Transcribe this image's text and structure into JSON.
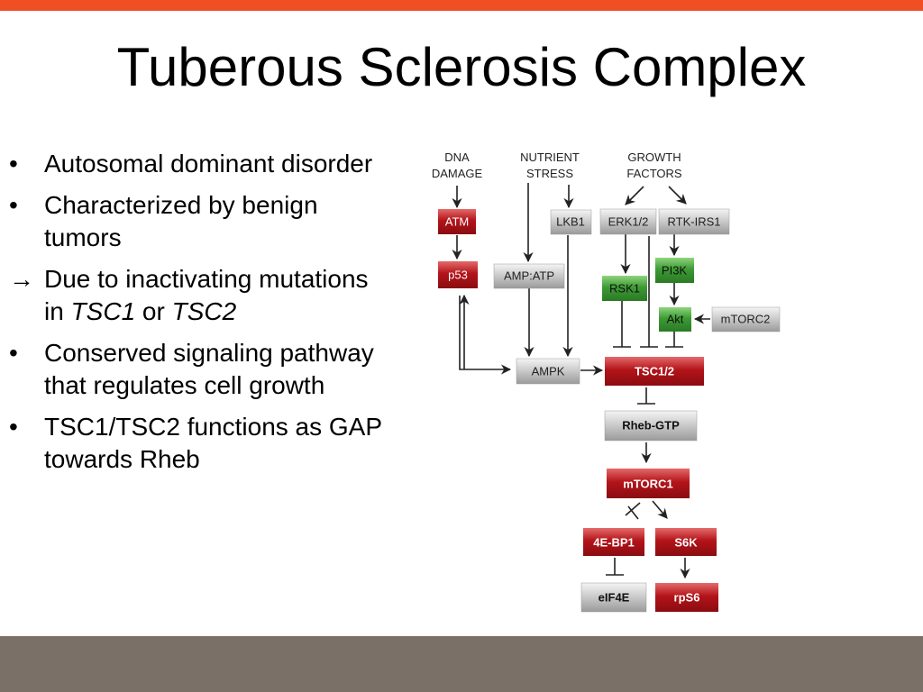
{
  "slide": {
    "title": "Tuberous Sclerosis Complex",
    "bullets": [
      {
        "marker": "•",
        "parts": [
          {
            "text": "Autosomal dominant disorder",
            "italic": false
          }
        ]
      },
      {
        "marker": "•",
        "parts": [
          {
            "text": "Characterized by benign tumors",
            "italic": false
          }
        ]
      },
      {
        "marker": "→",
        "parts": [
          {
            "text": "Due to inactivating mutations in ",
            "italic": false
          },
          {
            "text": "TSC1",
            "italic": true
          },
          {
            "text": " or ",
            "italic": false
          },
          {
            "text": "TSC2",
            "italic": true
          }
        ]
      },
      {
        "marker": "•",
        "parts": [
          {
            "text": "Conserved signaling pathway that regulates cell growth",
            "italic": false
          }
        ]
      },
      {
        "marker": "•",
        "parts": [
          {
            "text": "TSC1/TSC2 functions as GAP towards Rheb",
            "italic": false
          }
        ]
      }
    ]
  },
  "diagram": {
    "sources": {
      "dna_damage": [
        "DNA",
        "DAMAGE"
      ],
      "nutrient_stress": [
        "NUTRIENT",
        "STRESS"
      ],
      "growth_factors": [
        "GROWTH",
        "FACTORS"
      ]
    },
    "nodes": {
      "atm": "ATM",
      "p53": "p53",
      "lkb1": "LKB1",
      "amp_atp": "AMP:ATP",
      "ampk": "AMPK",
      "erk12": "ERK1/2",
      "rtk_irs1": "RTK-IRS1",
      "rsk1": "RSK1",
      "pi3k": "PI3K",
      "akt": "Akt",
      "mtorc2": "mTORC2",
      "tsc12": "TSC1/2",
      "rheb_gtp": "Rheb-GTP",
      "mtorc1": "mTORC1",
      "4ebp1": "4E-BP1",
      "s6k": "S6K",
      "eif4e": "eIF4E",
      "rps6": "rpS6"
    },
    "colors": {
      "red": "#b3141a",
      "green": "#3d9b35",
      "gray": "#c8c8c8",
      "accent_bar": "#f04e23",
      "footer_bar": "#7b7068"
    }
  }
}
